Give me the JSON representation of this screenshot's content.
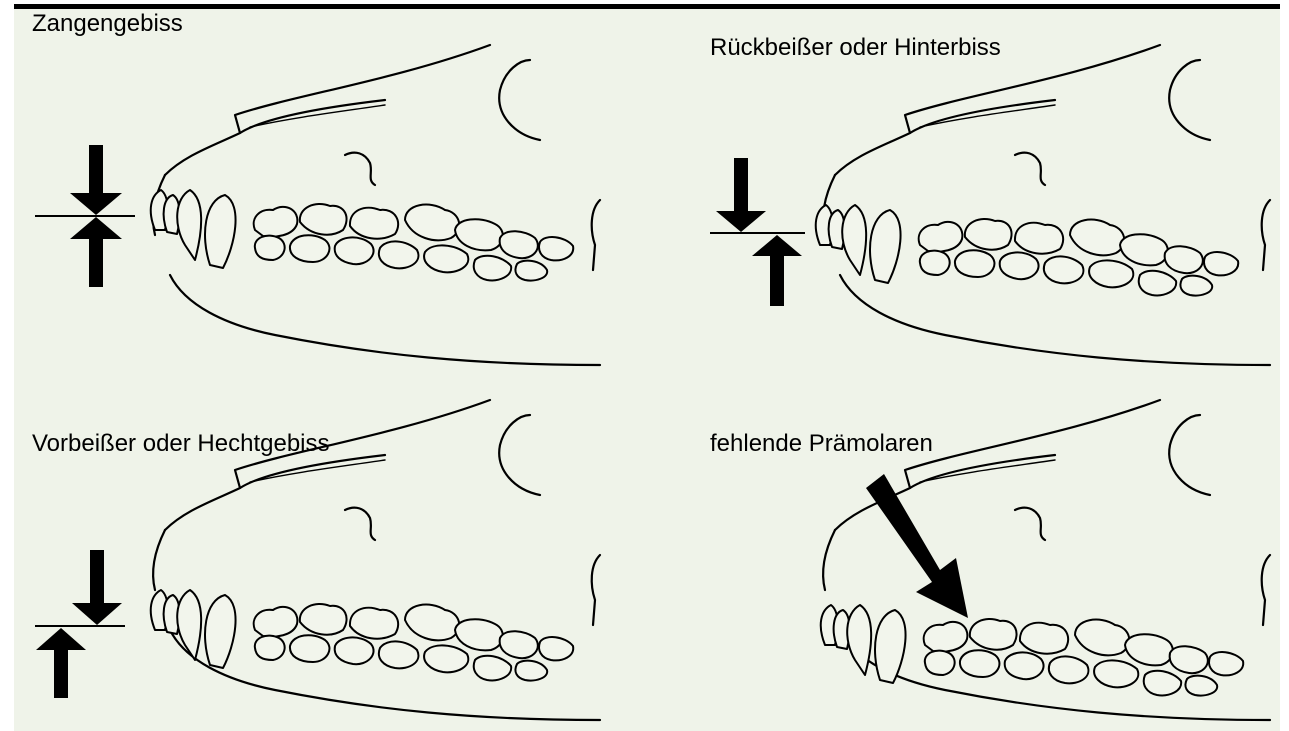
{
  "colors": {
    "background": "#eff3e9",
    "line": "#000000"
  },
  "panels": [
    {
      "id": "scissor",
      "title": "Zangengebiss",
      "icon": "opposing-arrows-icon"
    },
    {
      "id": "undershot",
      "title": "Rückbeißer oder Hinterbiss",
      "icon": "offset-arrows-icon"
    },
    {
      "id": "overshot",
      "title": "Vorbeißer oder Hechtgebiss",
      "icon": "offset-arrows-icon"
    },
    {
      "id": "missing-premolars",
      "title": "fehlende Prämolaren",
      "icon": "pointer-arrow-icon"
    }
  ]
}
